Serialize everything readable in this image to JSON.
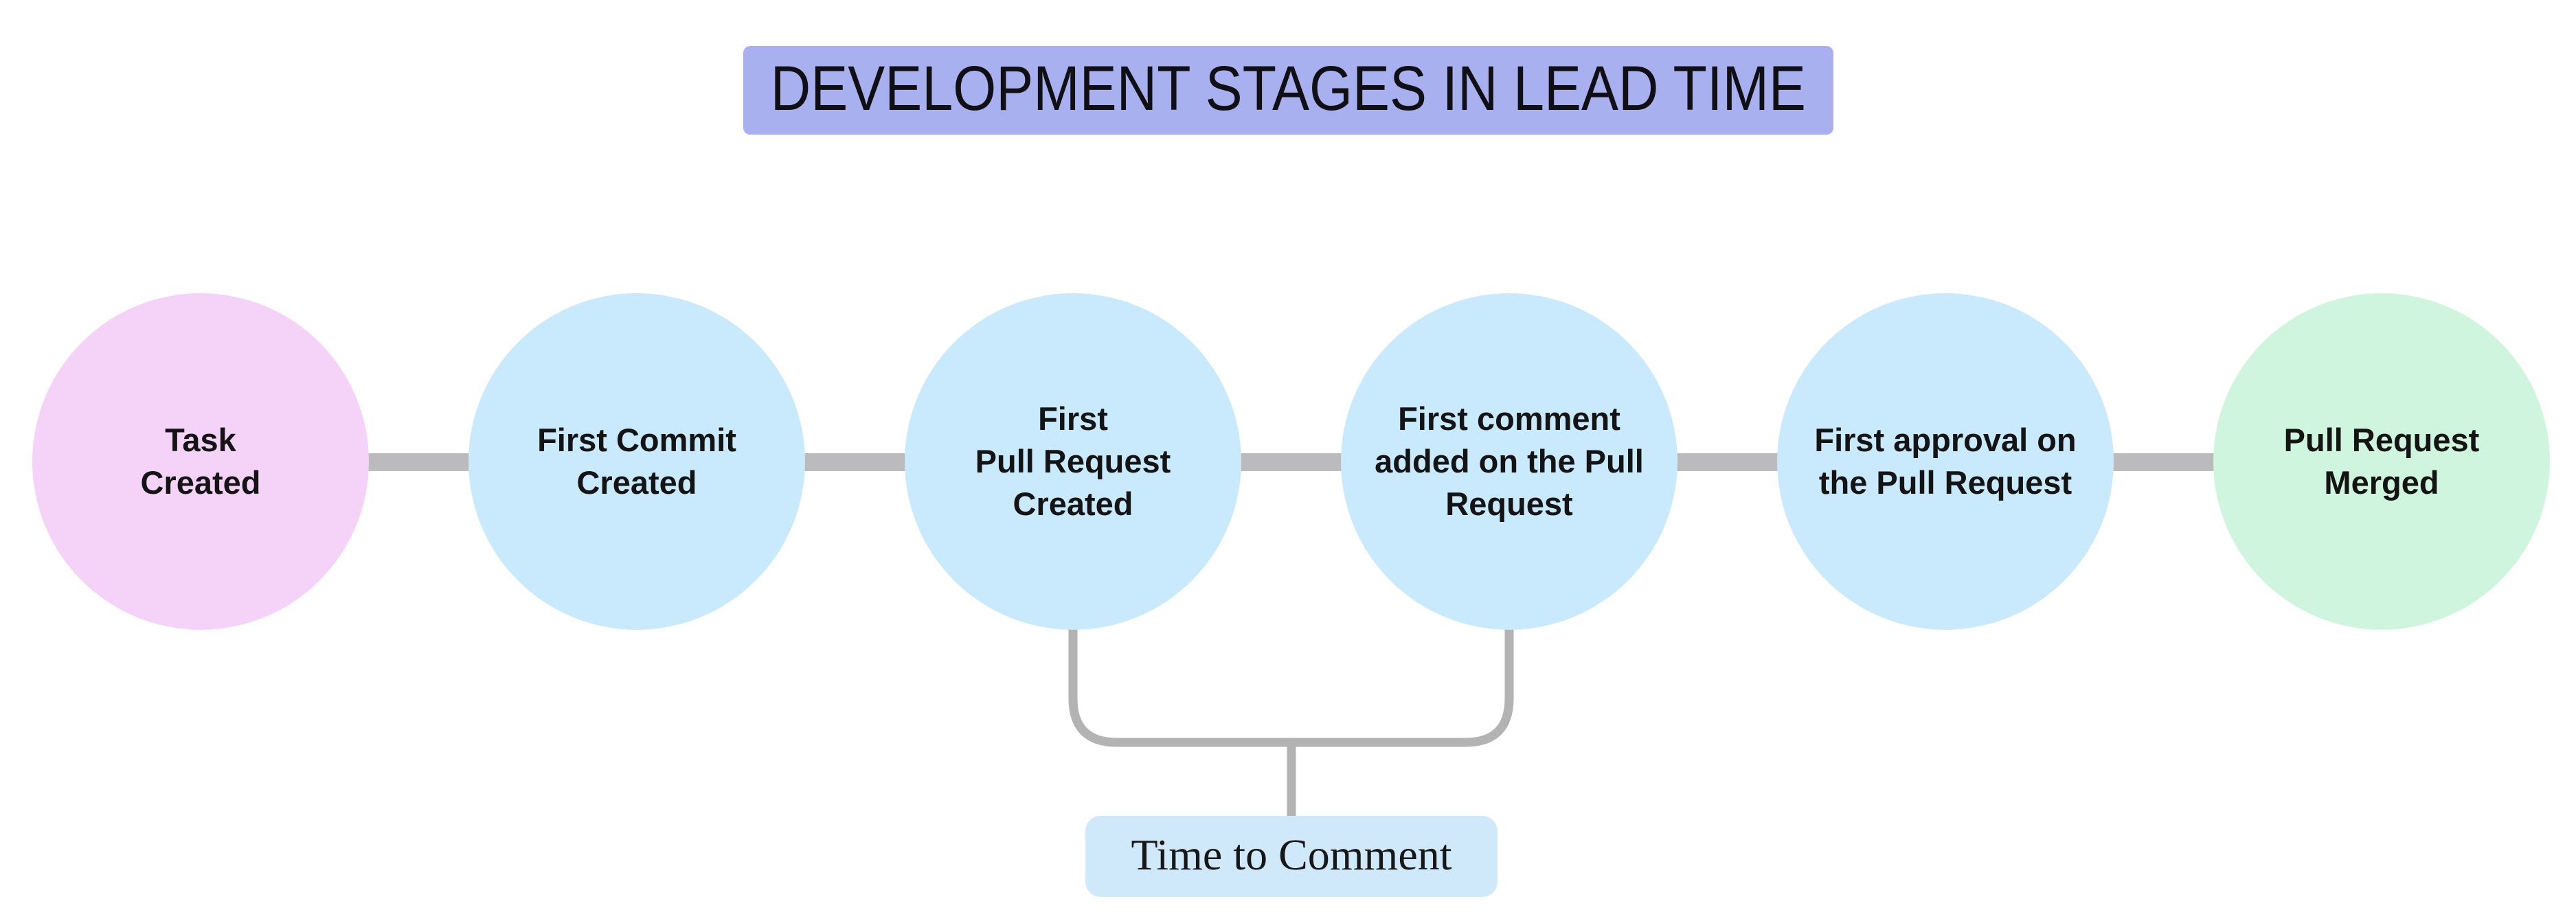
{
  "title": {
    "text": "DEVELOPMENT STAGES IN LEAD TIME",
    "background": "#a9b0f0",
    "text_color": "#101014"
  },
  "stages": [
    {
      "label": "Task\nCreated",
      "color": "#f5d3f8"
    },
    {
      "label": "First Commit\nCreated",
      "color": "#c9e9fc"
    },
    {
      "label": "First\nPull Request\nCreated",
      "color": "#c9e9fc"
    },
    {
      "label": "First comment\nadded on the Pull\nRequest",
      "color": "#c9e9fc"
    },
    {
      "label": "First approval on\nthe Pull Request",
      "color": "#c9e9fc"
    },
    {
      "label": "Pull Request\nMerged",
      "color": "#d0f5de"
    }
  ],
  "connector_color": "#bbbbbd",
  "bracket": {
    "color": "#b3b3b3",
    "label": "Time to Comment",
    "label_background": "#cfe9fb"
  }
}
